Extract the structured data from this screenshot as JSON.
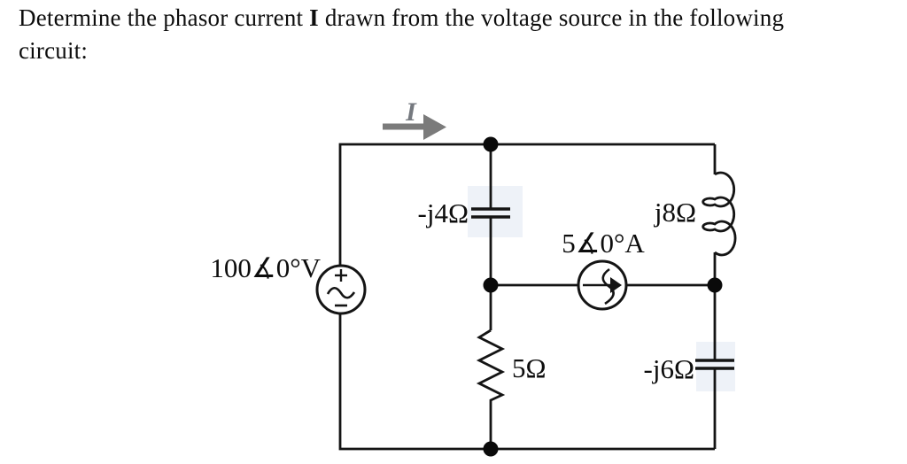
{
  "title": {
    "line1_pre": "Determine the phasor current ",
    "line1_bold": "I",
    "line1_post": " drawn from the voltage source in the following",
    "line2": "circuit:"
  },
  "circuit": {
    "current_arrow": {
      "label": "I",
      "color": "#7b7b7b",
      "label_color": "#75797f"
    },
    "voltage_source": {
      "label": "100∡0°V",
      "type": "ac-voltage-source"
    },
    "current_source": {
      "label": "5∡0°A",
      "type": "ac-current-source"
    },
    "capacitor_top": {
      "label": "-j4Ω"
    },
    "inductor": {
      "label": "j8Ω"
    },
    "resistor": {
      "label": "5Ω"
    },
    "capacitor_right": {
      "label": "-j6Ω"
    },
    "wire_color": "#141414"
  }
}
